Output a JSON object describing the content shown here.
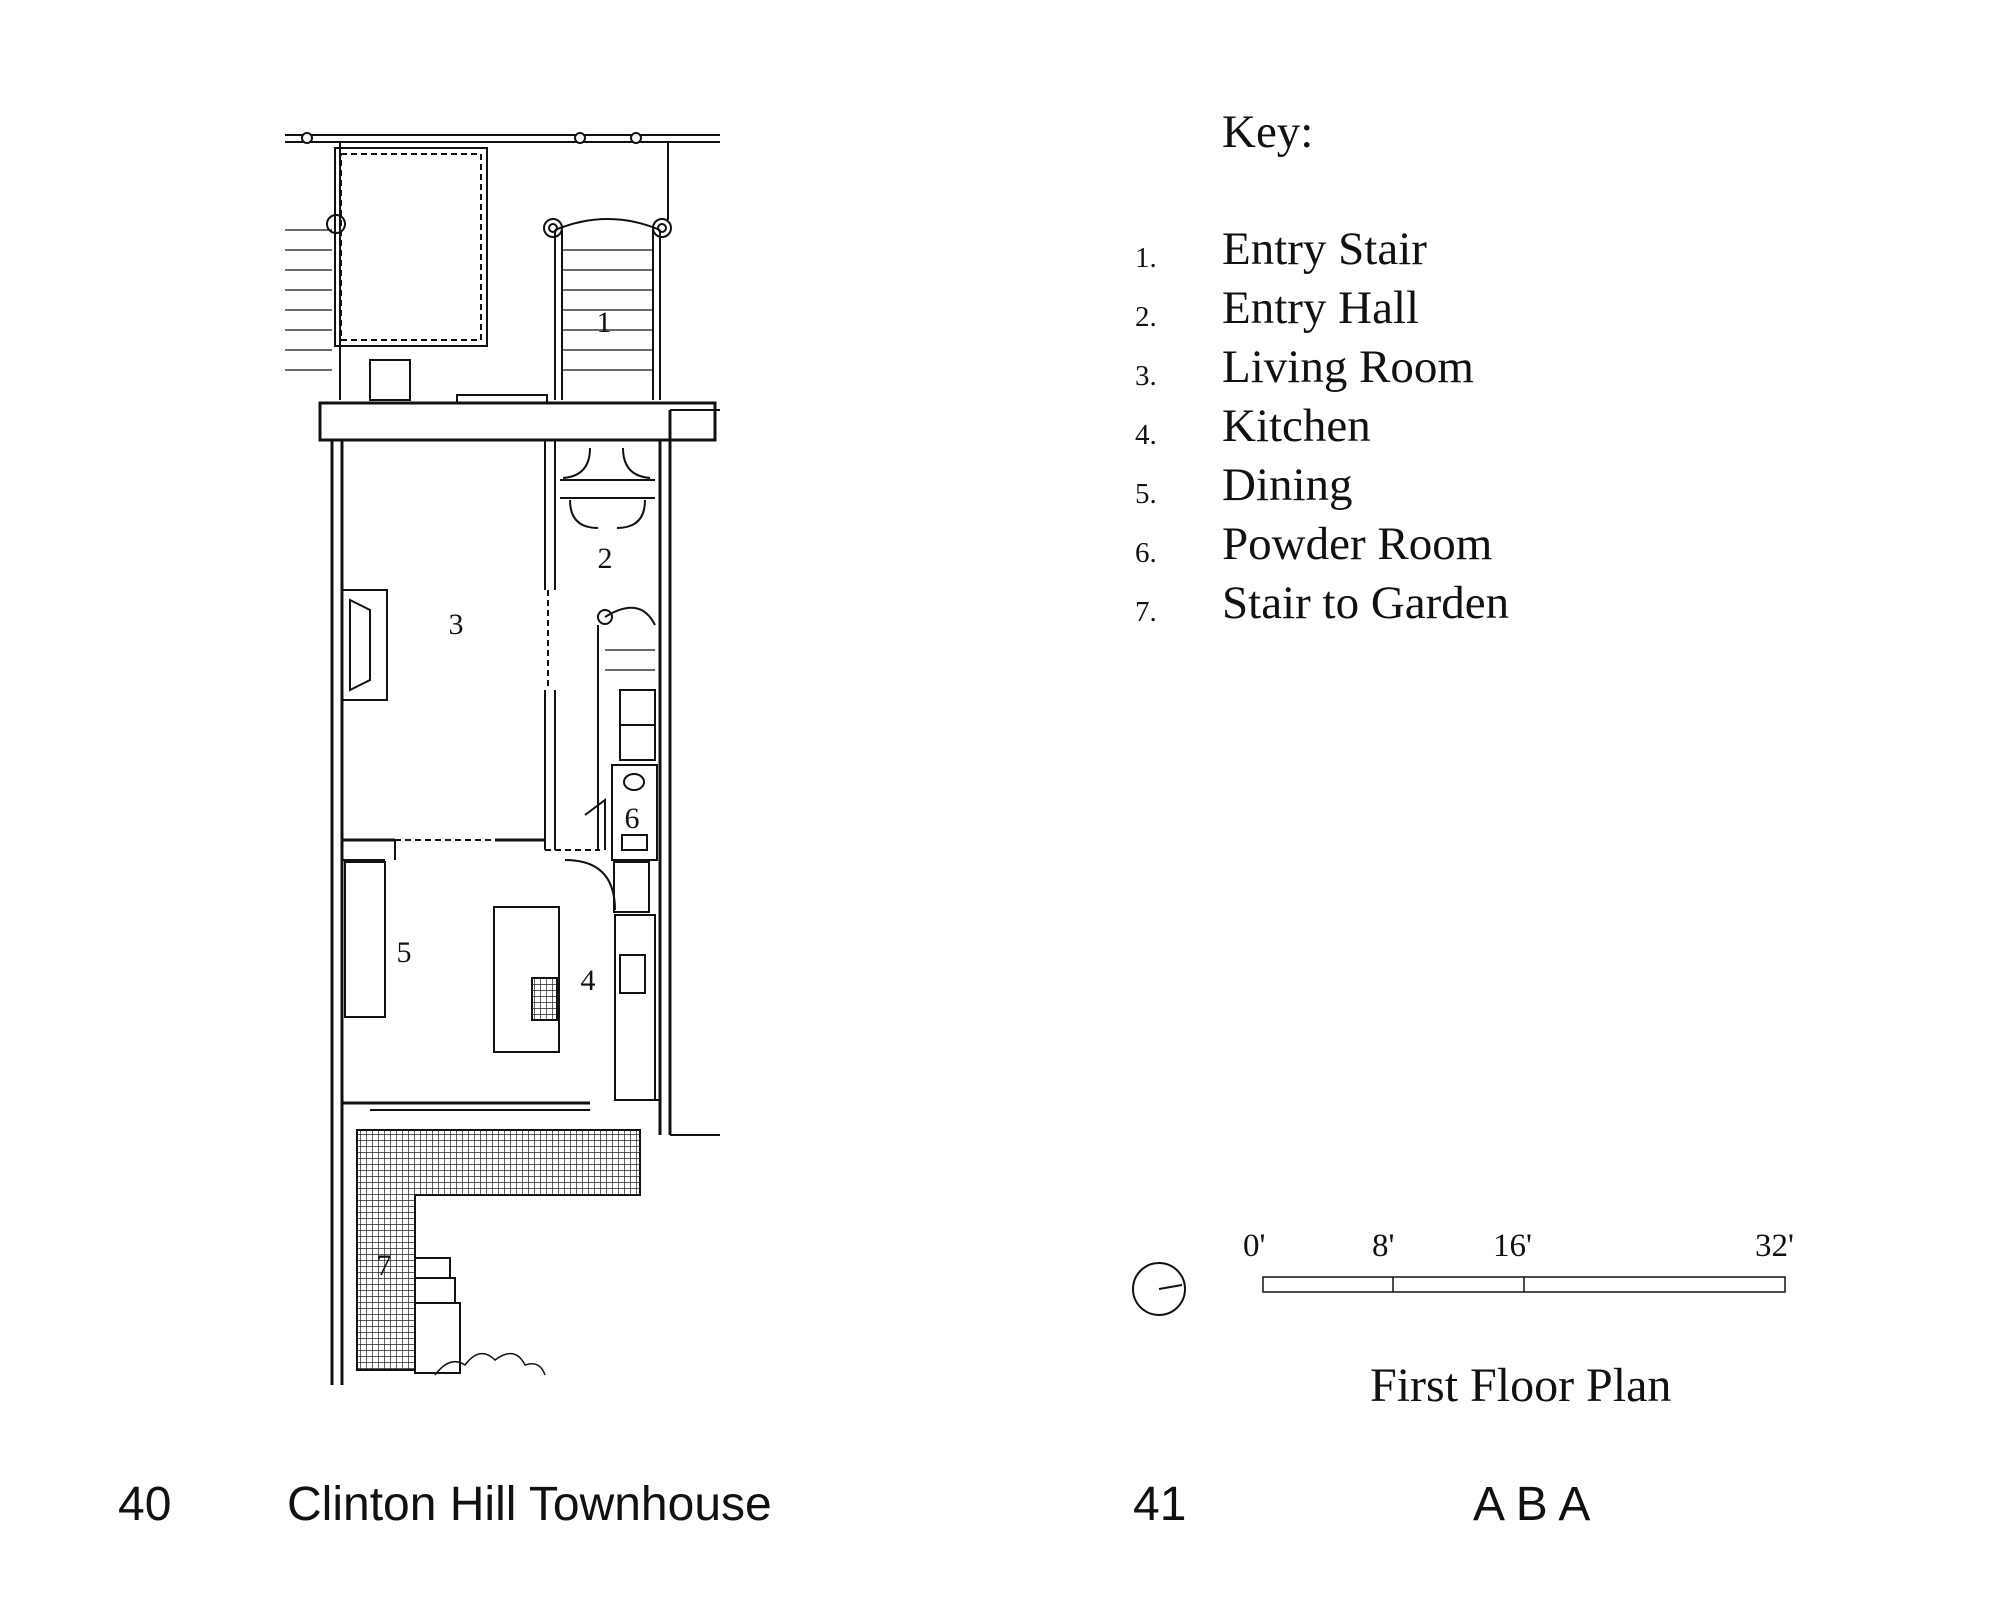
{
  "plan_labels": {
    "r1": "1",
    "r2": "2",
    "r3": "3",
    "r4": "4",
    "r5": "5",
    "r6": "6",
    "r7": "7"
  },
  "key": {
    "title": "Key:",
    "items": [
      {
        "num": "1.",
        "label": "Entry Stair"
      },
      {
        "num": "2.",
        "label": "Entry Hall"
      },
      {
        "num": "3.",
        "label": "Living Room"
      },
      {
        "num": "4.",
        "label": "Kitchen"
      },
      {
        "num": "5.",
        "label": "Dining"
      },
      {
        "num": "6.",
        "label": "Powder Room"
      },
      {
        "num": "7.",
        "label": "Stair to Garden"
      }
    ]
  },
  "scale": {
    "labels": [
      "0'",
      "8'",
      "16'",
      "32'"
    ]
  },
  "plan_title": "First Floor Plan",
  "footer": {
    "left_page_number": "40",
    "left_title": "Clinton Hill Townhouse",
    "right_page_number": "41",
    "right_title": "A B A"
  }
}
